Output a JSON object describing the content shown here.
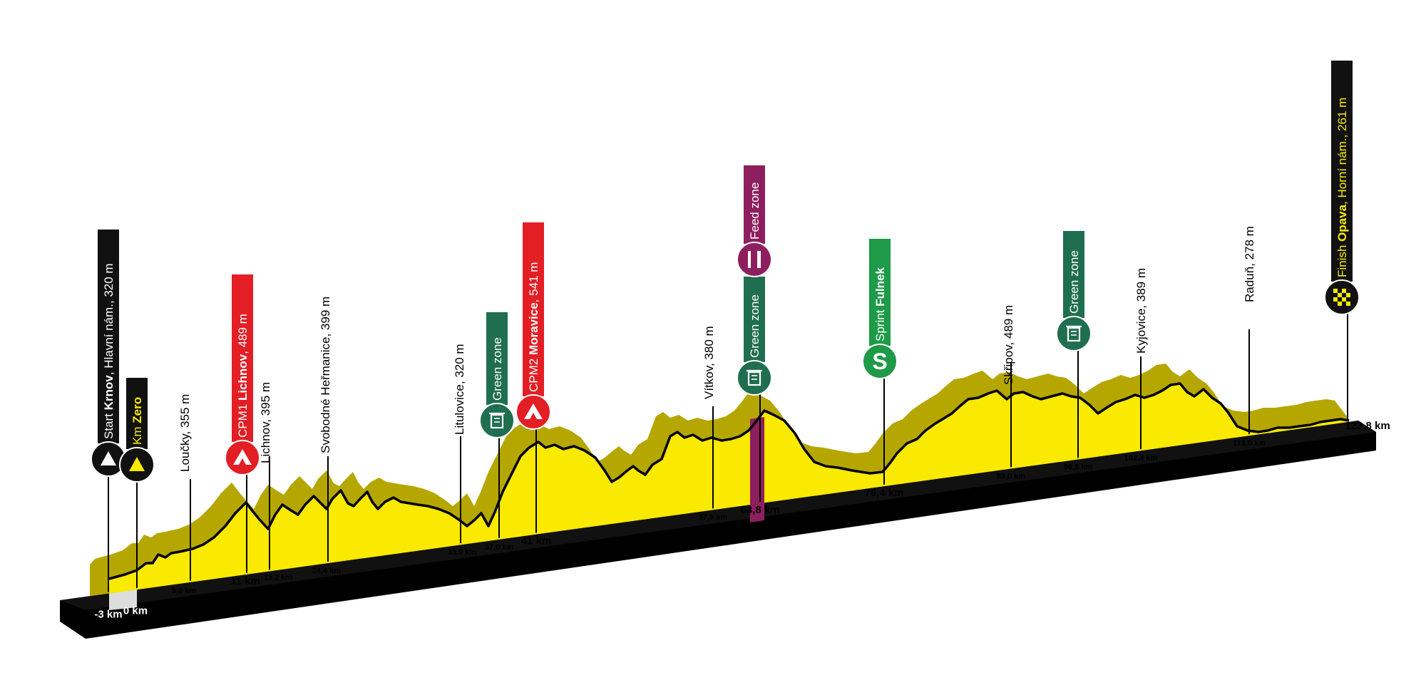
{
  "colors": {
    "profile_fill": "#FAE900",
    "profile_side": "#B5A700",
    "base_band": "#000000",
    "start_black": "#111111",
    "kom_red": "#E31E24",
    "green_zone": "#1F6E4F",
    "feed_zone": "#8E1F5E",
    "sprint_green": "#1E9A48",
    "finish_black": "#111111",
    "km_zero_yellow": "#FAE900"
  },
  "distance_ticks": [
    {
      "label": "-3 km"
    },
    {
      "label": "0 km"
    },
    {
      "label": "5,8 km"
    },
    {
      "label": "11 km"
    },
    {
      "label": "13,2 km"
    },
    {
      "label": "24,4 km"
    },
    {
      "label": "33,0 km"
    },
    {
      "label": "37,0 km"
    },
    {
      "label": "41 km"
    },
    {
      "label": "57,9 km"
    },
    {
      "label": "63,8 km"
    },
    {
      "label": "76,4 km"
    },
    {
      "label": "89,0 km"
    },
    {
      "label": "96,5 km"
    },
    {
      "label": "102,4 km"
    },
    {
      "label": "113,0 km"
    },
    {
      "label": "123,8 km"
    }
  ],
  "places": [
    {
      "name": "Loučky, 355 m"
    },
    {
      "name": "Lichnov, 395 m"
    },
    {
      "name": "Svobodné Heřmanice, 399 m"
    },
    {
      "name": "Litulovice, 320 m"
    },
    {
      "name": "Vítkov, 380 m"
    },
    {
      "name": "Skřipov, 489 m"
    },
    {
      "name": "Kyjovice, 389 m"
    },
    {
      "name": "Raduň, 278 m"
    }
  ],
  "markers": {
    "start": {
      "pre": "Start ",
      "bold": "Krnov",
      "post": ", Hlavní nám., 320 m",
      "icon": "triangle-up-icon"
    },
    "km_zero": {
      "pre": "Km ",
      "bold": "Zero",
      "post": "",
      "icon": "triangle-up-icon"
    },
    "cpm1": {
      "pre": "CPM1 ",
      "bold": "Lichnov",
      "post": ", 489 m",
      "icon": "mountain-icon"
    },
    "green_zone_1": {
      "pre": "Green zone",
      "bold": "",
      "post": "",
      "icon": "bin-icon"
    },
    "cpm2": {
      "pre": "CPM2 ",
      "bold": "Moravice",
      "post": ", 541 m",
      "icon": "mountain-icon"
    },
    "green_zone_2": {
      "pre": "Green zone",
      "bold": "",
      "post": "",
      "icon": "bin-icon"
    },
    "feed_zone": {
      "pre": "Feed zone",
      "bold": "",
      "post": "",
      "icon": "fork-knife-icon"
    },
    "sprint": {
      "pre": "Sprint ",
      "bold": "Fulnek",
      "post": "",
      "icon": "sprint-s-icon"
    },
    "green_zone_3": {
      "pre": "Green zone",
      "bold": "",
      "post": "",
      "icon": "bin-icon"
    },
    "finish": {
      "pre": "Finish ",
      "bold": "Opava",
      "post": ", Horní nám., 261 m",
      "icon": "checkered-flag-icon"
    }
  },
  "sprint_icon_letter": "S"
}
